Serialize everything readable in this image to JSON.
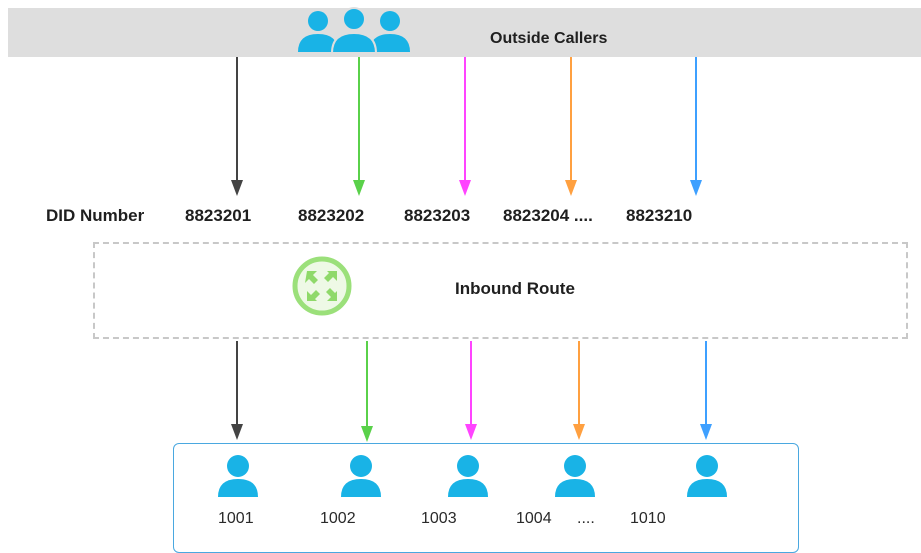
{
  "outside_callers": {
    "label": "Outside Callers",
    "icon": "users-group-icon"
  },
  "did": {
    "label": "DID Number",
    "numbers": [
      "8823201",
      "8823202",
      "8823203",
      "8823204 ....",
      "8823210"
    ]
  },
  "inbound_route": {
    "label": "Inbound Route",
    "icon": "route-expand-icon"
  },
  "extensions": {
    "numbers": [
      "1001",
      "1002",
      "1003",
      "1004",
      "....",
      "1010"
    ],
    "icon": "user-icon"
  },
  "colors": {
    "arrows": [
      "#444444",
      "#5ad14a",
      "#ff44ff",
      "#ffa040",
      "#3ea0ff"
    ],
    "user_icon": "#19b3e6",
    "route_icon": "#9be07a",
    "box_border": "#4aa8e0"
  }
}
